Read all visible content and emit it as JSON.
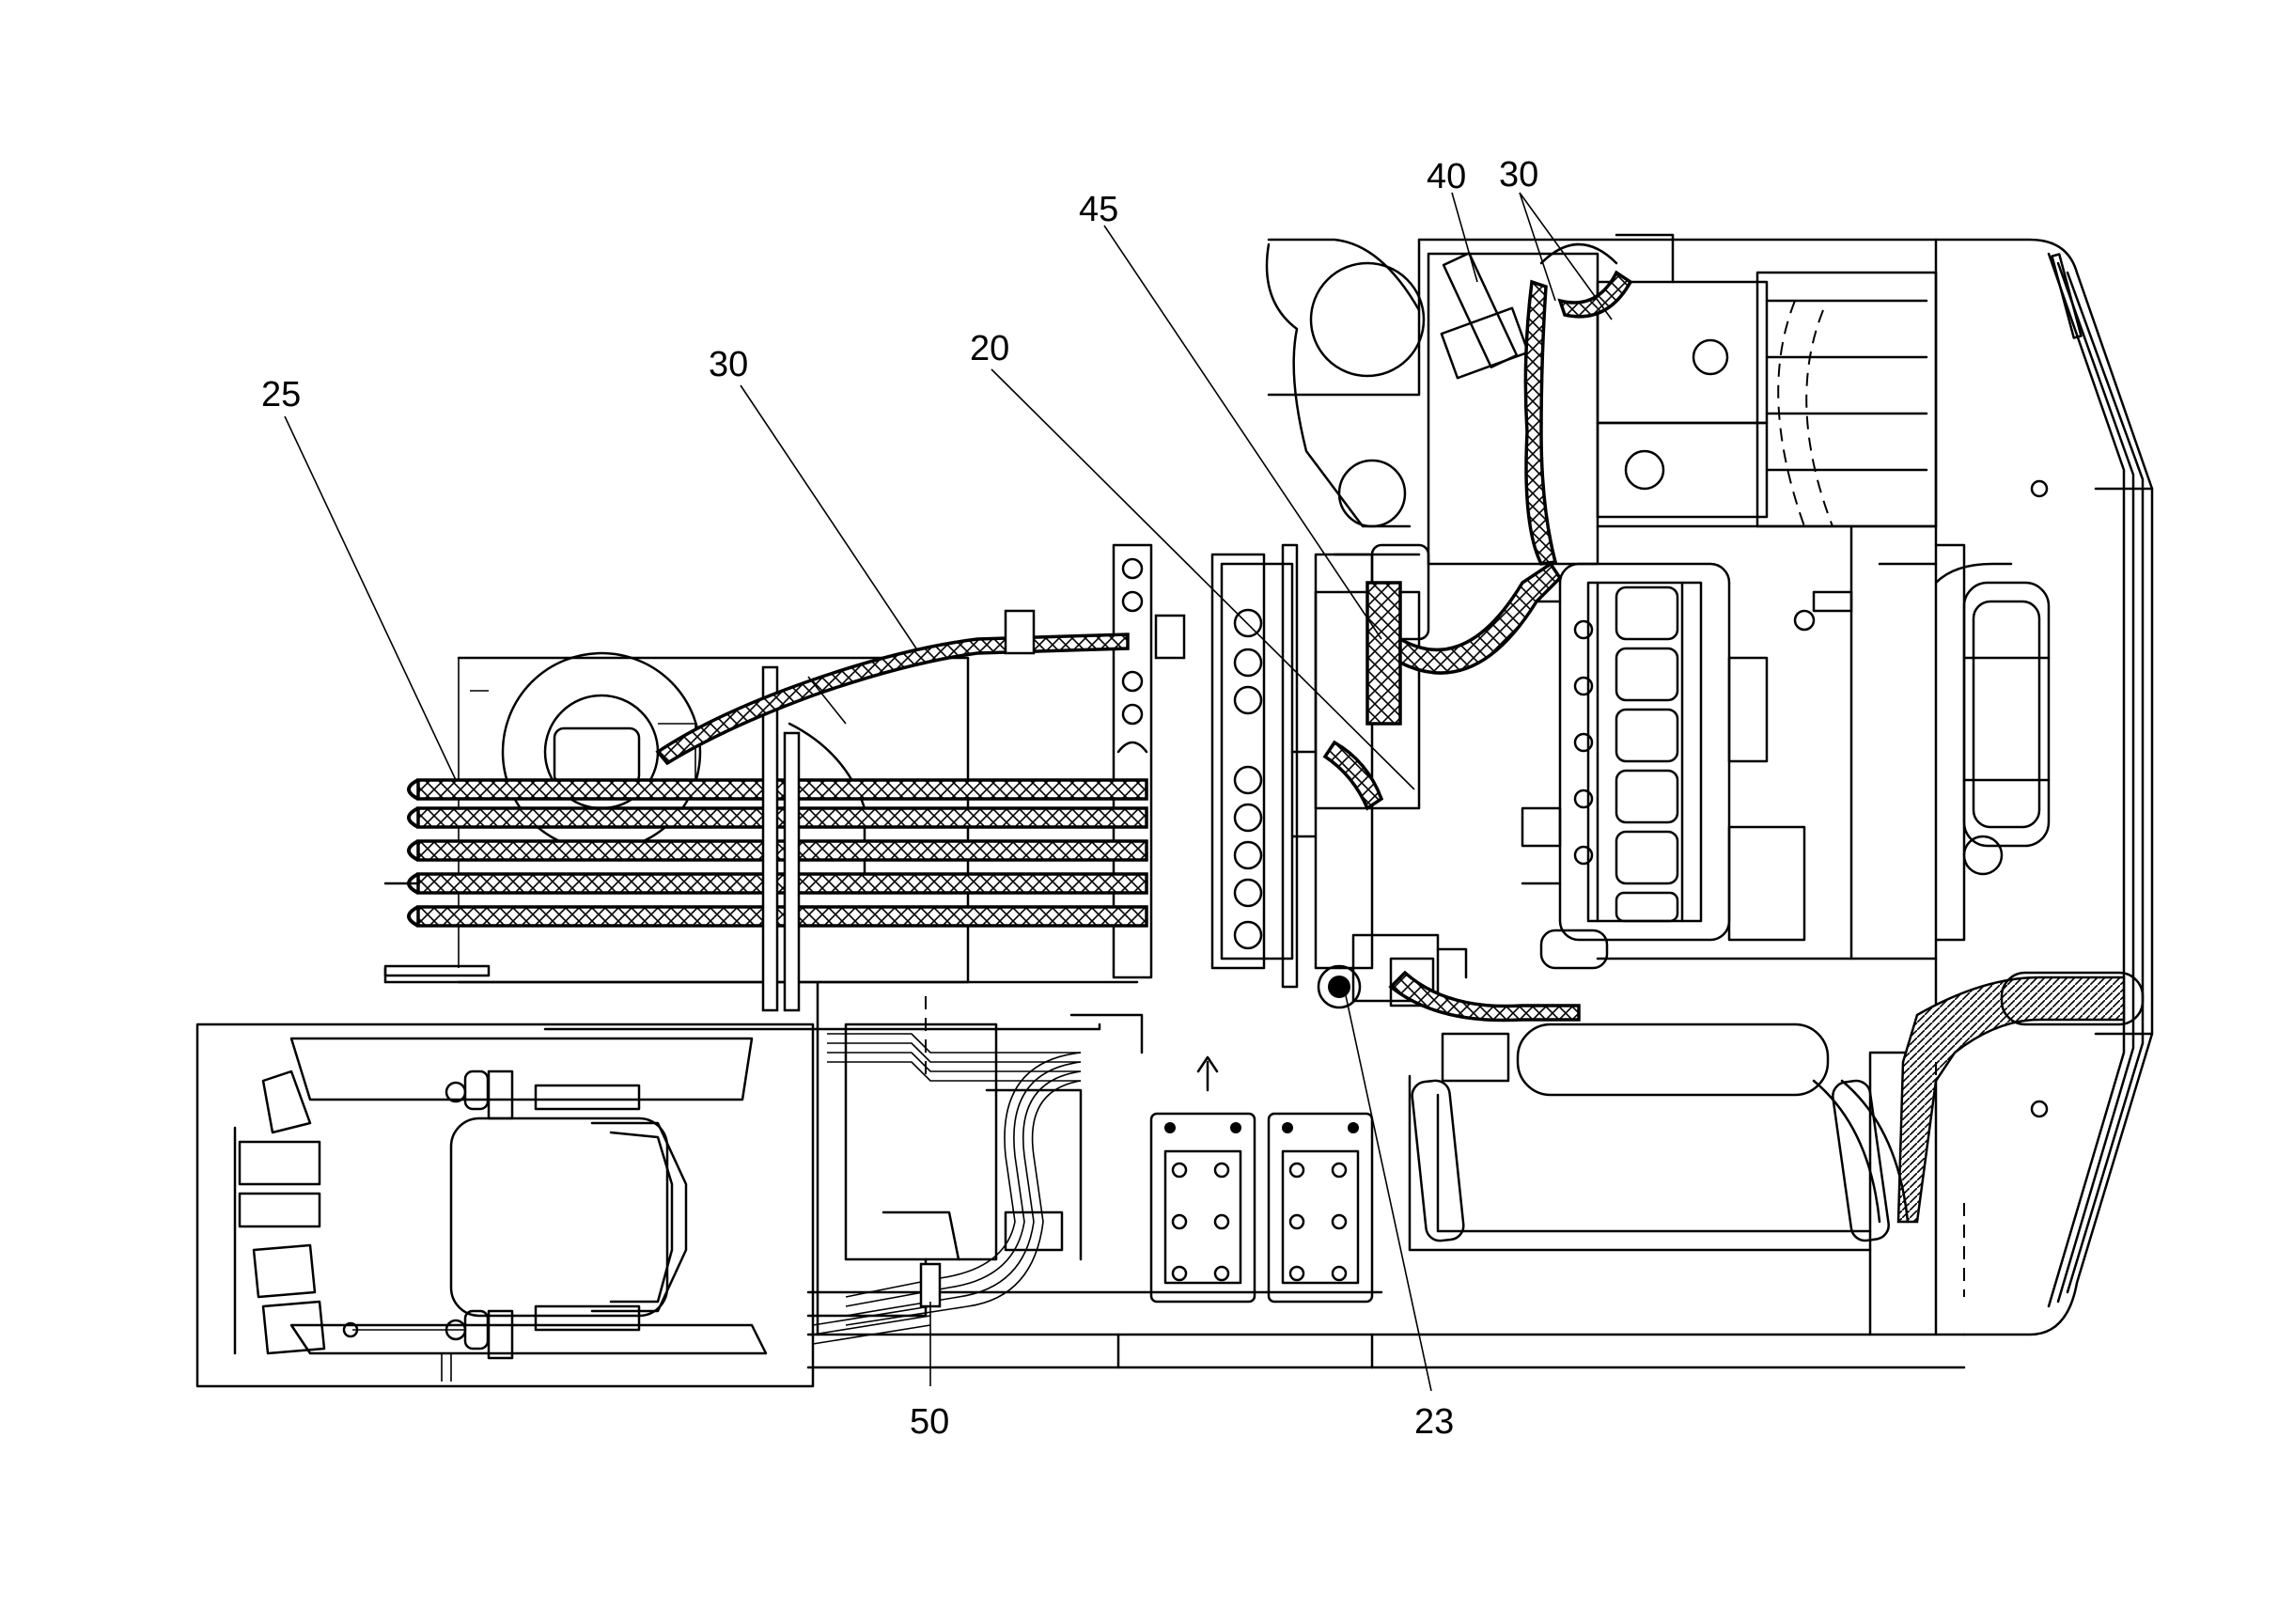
{
  "callouts": {
    "c25": "25",
    "c30_left": "30",
    "c20": "20",
    "c45": "45",
    "c40": "40",
    "c30_top": "30",
    "c23": "23",
    "c50": "50"
  },
  "colors": {
    "ink": "#000000",
    "paper": "#ffffff"
  }
}
